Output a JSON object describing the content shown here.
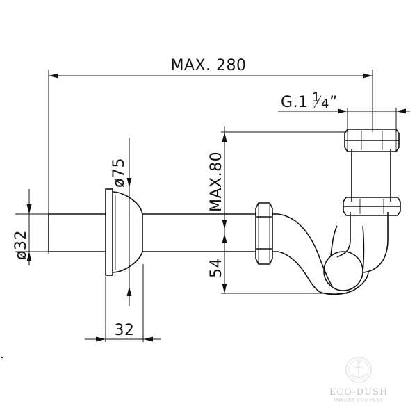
{
  "dimensions": {
    "overall_length": "MAX. 280",
    "thread": "G.1",
    "thread_fraction_num": "1",
    "thread_fraction_den": "4",
    "thread_quote": "”",
    "rosette_diameter": "ø75",
    "pipe_diameter": "ø32",
    "max_height": "MAX.80",
    "drop_height": "54",
    "rosette_depth": "32"
  },
  "watermark": {
    "brand": "ECO-DUSH",
    "tagline": "IMPORT COMPANY",
    "icon": "anchor-icon"
  }
}
